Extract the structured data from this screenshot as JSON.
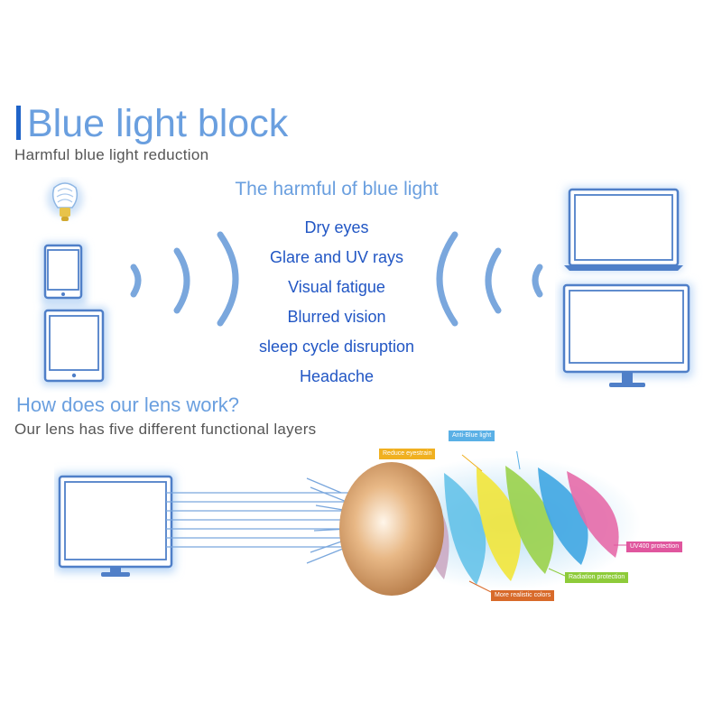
{
  "header": {
    "title": "Blue light block",
    "subtitle": "Harmful blue light reduction"
  },
  "harms": {
    "title": "The harmful of blue light",
    "items": [
      "Dry eyes",
      "Glare and UV rays",
      "Visual fatigue",
      "Blurred vision",
      "sleep cycle disruption",
      "Headache"
    ]
  },
  "lens": {
    "title": "How does our lens work?",
    "subtitle": "Our lens has five different functional layers",
    "layers": [
      {
        "label": "Anti-Blue light",
        "color": "#5ab0e6"
      },
      {
        "label": "Reduce eyestrain",
        "color": "#f0b020"
      },
      {
        "label": "UV400 protection",
        "color": "#e0569e"
      },
      {
        "label": "Radiation protection",
        "color": "#8ecb3a"
      },
      {
        "label": "More realistic colors",
        "color": "#d86a2a"
      }
    ]
  },
  "icons": {
    "left": [
      "light-bulb-icon",
      "smartphone-icon",
      "tablet-icon"
    ],
    "right": [
      "laptop-icon",
      "monitor-icon"
    ]
  },
  "colors": {
    "accent": "#6a9fdf",
    "title_bar": "#1f63c8",
    "list_text": "#2156c4",
    "device_glow": "#b8d6f6",
    "device_outline": "#4f7fc8"
  }
}
